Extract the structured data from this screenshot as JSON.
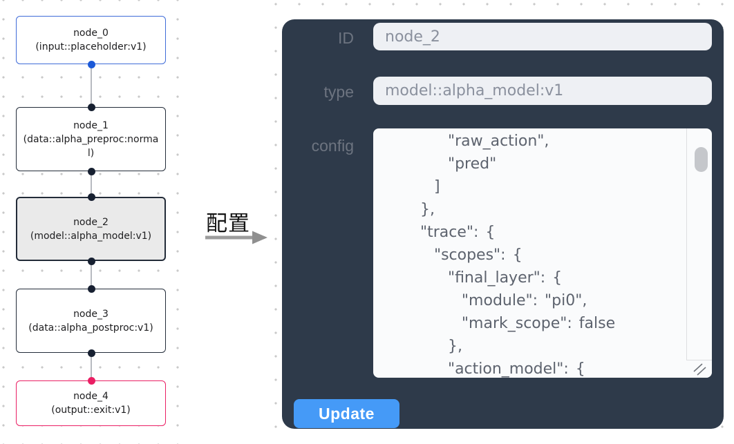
{
  "graph": {
    "nodes": [
      {
        "title": "node_0",
        "subtitle": "(input::placeholder:v1)",
        "selected": false
      },
      {
        "title": "node_1",
        "subtitle": "(data::alpha_preproc:normal)",
        "selected": false
      },
      {
        "title": "node_2",
        "subtitle": "(model::alpha_model:v1)",
        "selected": true
      },
      {
        "title": "node_3",
        "subtitle": "(data::alpha_postproc:v1)",
        "selected": false
      },
      {
        "title": "node_4",
        "subtitle": "(output::exit:v1)",
        "selected": false
      }
    ]
  },
  "annotation": {
    "label": "配置"
  },
  "panel": {
    "id_label": "ID",
    "id_value": "node_2",
    "type_label": "type",
    "type_value": "model::alpha_model:v1",
    "config_label": "config",
    "config_text": "        \"raw_action\",\n        \"pred\"\n      ]\n    },\n    \"trace\": {\n      \"scopes\": {\n        \"final_layer\": {\n          \"module\": \"pi0\",\n          \"mark_scope\": false\n        },\n        \"action_model\": {",
    "update_label": "Update"
  },
  "colors": {
    "panel_bg": "#2e3a4a",
    "field_bg": "#eef0f4",
    "button_blue": "#459af7",
    "node_default_border": "#222b38",
    "node_input_border_blue": "#3e6bd8",
    "node_output_border_pink": "#ea1e63",
    "selected_node_bg": "#eaeaea",
    "port_blue": "#1b59d8",
    "port_dark": "#172031",
    "port_pink": "#ea1e63",
    "canvas_dot": "#c9c9c9",
    "edge_gray": "#b7bac0"
  }
}
